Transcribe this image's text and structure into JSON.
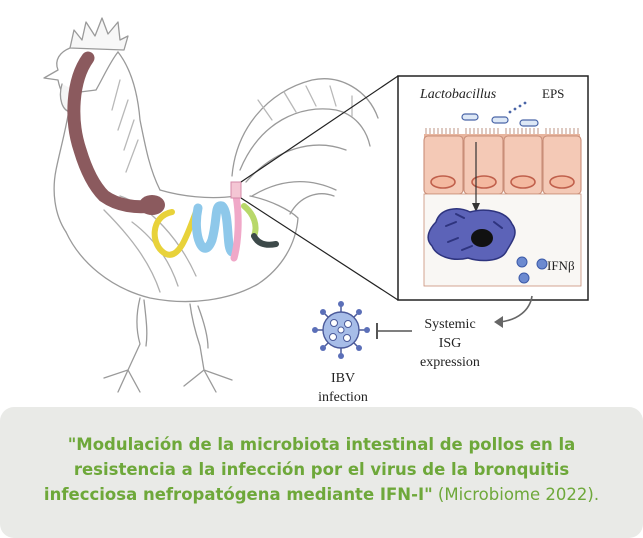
{
  "diagram": {
    "bacteria_label": "Lactobacillus",
    "eps_label": "EPS",
    "ifn_label": "IFNβ",
    "isg_lines": [
      "Systemic",
      "ISG",
      "expression"
    ],
    "ibv_lines": [
      "IBV",
      "infection"
    ]
  },
  "caption": {
    "title": "\"Modulación de la microbiota intestinal de pollos en la resistencia a la infección por el virus de la bronquitis infecciosa nefropatógena mediante IFN-I\"",
    "source": " (Microbiome 2022)."
  },
  "colors": {
    "caption_text": "#6ea83a",
    "caption_background": "#e9eae7",
    "esophagus": "#8b5a5e",
    "intestine_yellow": "#e8d23a",
    "intestine_blue": "#8ec8ea",
    "intestine_pink": "#f0a8c8",
    "intestine_green": "#b8d86a",
    "cloaca": "#3d4a4a",
    "epithelium": "#f4c9b6",
    "macrophage": "#5c63b8",
    "ifn_particles": "#6c8ad0"
  }
}
